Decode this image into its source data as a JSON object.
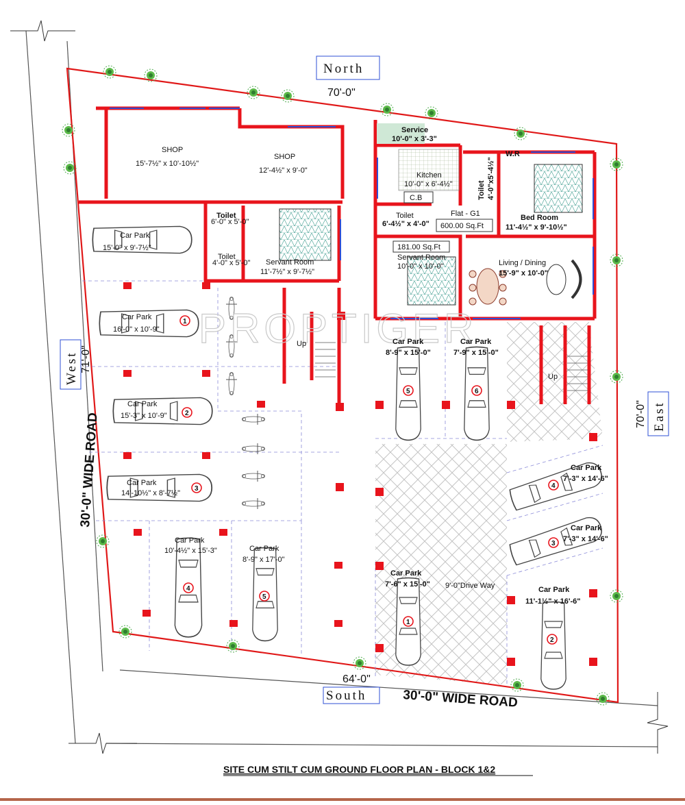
{
  "compass": {
    "north": "North",
    "south": "South",
    "west": "West",
    "east": "East"
  },
  "dimensions": {
    "north": "70'-0\"",
    "south": "64'-0\"",
    "west": "71'-0\"",
    "east": "70'-0\""
  },
  "roads": {
    "west": "30'-0\" WIDE ROAD",
    "south": "30'-0\" WIDE ROAD"
  },
  "watermark": "PROPTIGER",
  "title": "SITE CUM STILT CUM GROUND FLOOR PLAN - BLOCK 1&2",
  "rooms": {
    "shop1": {
      "name": "SHOP",
      "size": "15'-7½\" x 10'-10½\""
    },
    "shop2": {
      "name": "SHOP",
      "size": "12'-4½\" x 9'-0\""
    },
    "toilet_a": {
      "name": "Toilet",
      "size": "6'-0\" x 5'-0\""
    },
    "toilet_b": {
      "name": "Toilet",
      "size": "4'-0\" x 5'-0\""
    },
    "servant_room_1": {
      "name": "Servant Room",
      "size": "11'-7½\" x 9'-7½\""
    },
    "service": {
      "name": "Service",
      "size": "10'-0\" x 3'-3\""
    },
    "kitchen": {
      "name": "Kitchen",
      "size": "10'-0\" x 6'-4½\""
    },
    "toilet_c": {
      "name": "Toilet",
      "size": "4'-0\"x5'-4½\""
    },
    "wr": "W.R",
    "bedroom": {
      "name": "Bed Room",
      "size": "11'-4½\" x  9'-10½\""
    },
    "cb": "C.B",
    "flat": {
      "name": "Flat - G1",
      "area": "600.00 Sq.Ft"
    },
    "toilet_d": {
      "name": "Toilet",
      "size": "6'-4½\" x 4'-0\""
    },
    "servant_room_2": {
      "area": "181.00 Sq.Ft",
      "name": "Servant Room",
      "size": "10'-0\" x 10'-0\""
    },
    "living": {
      "name": "Living / Dining",
      "size": "15'-9\" x 10'-0\""
    },
    "up_left": "Up",
    "up_right": "Up",
    "driveway": "9'-0\"Drive Way"
  },
  "car_parks": [
    {
      "id": "cp-w0",
      "name": "Car Park",
      "size": "15'-0\" x 9'-7½\"",
      "num": ""
    },
    {
      "id": "cp-w1",
      "name": "Car Park",
      "size": "16'-0\" x 10'-9\"",
      "num": "1"
    },
    {
      "id": "cp-w2",
      "name": "Car Park",
      "size": "15'-3\" x 10'-9\"",
      "num": "2"
    },
    {
      "id": "cp-w3",
      "name": "Car Park",
      "size": "14'-10½\" x 8'-7½\"",
      "num": "3"
    },
    {
      "id": "cp-s4",
      "name": "Car Park",
      "size": "10'-4½\" x 15'-3\"",
      "num": "4"
    },
    {
      "id": "cp-s5",
      "name": "Car Park",
      "size": "8'-9\" x 17'-0\"",
      "num": "5"
    },
    {
      "id": "cp-e5",
      "name": "Car Park",
      "size": "8'-9\" x 15'-0\"",
      "num": "5"
    },
    {
      "id": "cp-e6",
      "name": "Car Park",
      "size": "7'-9\" x 15'-0\"",
      "num": "6"
    },
    {
      "id": "cp-e4",
      "name": "Car Park",
      "size": "7'-3\" x 14'-6\"",
      "num": "4"
    },
    {
      "id": "cp-e3",
      "name": "Car Park",
      "size": "7'-3\" x 14'-6\"",
      "num": "3"
    },
    {
      "id": "cp-e1",
      "name": "Car Park",
      "size": "7'-6\" x 15'-0\"",
      "num": "1"
    },
    {
      "id": "cp-e2",
      "name": "Car Park",
      "size": "11'-1½\" x 16'-6\"",
      "num": "2"
    }
  ],
  "colors": {
    "wall": "#e8141c",
    "boundary": "#e01818",
    "window": "#2d4fd6",
    "dashed": "#8a8ad8",
    "tree": "#3aa23a",
    "paving": "#b9b9b9"
  }
}
